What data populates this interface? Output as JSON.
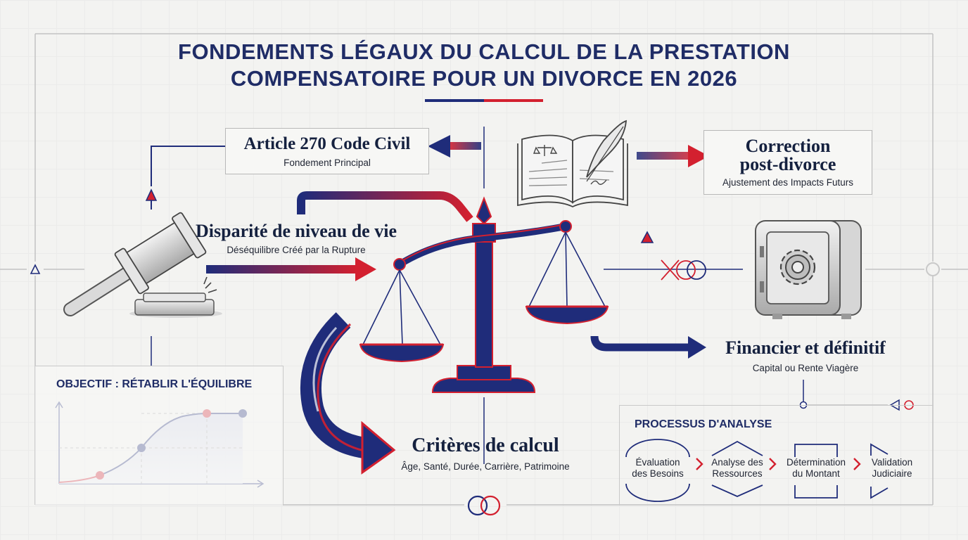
{
  "title": {
    "line1": "FONDEMENTS LÉGAUX DU CALCUL DE LA PRESTATION",
    "line2": "COMPENSATOIRE POUR UN DIVORCE EN 2026"
  },
  "nodes": {
    "article": {
      "title": "Article 270 Code Civil",
      "subtitle": "Fondement Principal"
    },
    "correction": {
      "title_line1": "Correction",
      "title_line2": "post-divorce",
      "subtitle": "Ajustement des Impacts Futurs"
    },
    "disparite": {
      "title": "Disparité de niveau de vie",
      "subtitle": "Déséquilibre Créé par la Rupture"
    },
    "financier": {
      "title": "Financier et définitif",
      "subtitle": "Capital ou Rente Viagère"
    },
    "criteres": {
      "title": "Critères de calcul",
      "subtitle": "Âge, Santé, Durée, Carrière, Patrimoine"
    }
  },
  "objectif": {
    "title": "OBJECTIF : RÉTABLIR L'ÉQUILIBRE"
  },
  "processus": {
    "title": "PROCESSUS D'ANALYSE",
    "steps": [
      {
        "line1": "Évaluation",
        "line2": "des Besoins"
      },
      {
        "line1": "Analyse des",
        "line2": "Ressources"
      },
      {
        "line1": "Détermination",
        "line2": "du Montant"
      },
      {
        "line1": "Validation",
        "line2": "Judiciaire"
      }
    ]
  },
  "colors": {
    "navy": "#1f2c7a",
    "red": "#d3202f",
    "text": "#15213f"
  },
  "icons": [
    "gavel-icon",
    "book-quill-icon",
    "scales-icon",
    "safe-gear-icon"
  ]
}
